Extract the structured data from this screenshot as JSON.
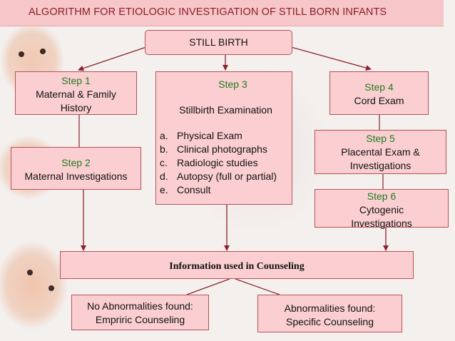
{
  "title": "ALGORITHM FOR ETIOLOGIC INVESTIGATION OF STILL BORN INFANTS",
  "root": "STILL BIRTH",
  "step1": {
    "step": "Step 1",
    "lines": [
      "Maternal & Family",
      "History"
    ]
  },
  "step2": {
    "step": "Step 2",
    "lines": [
      "Maternal Investigations"
    ]
  },
  "step3": {
    "step": "Step 3",
    "heading": "Stillbirth Examination",
    "items": [
      {
        "marker": "a.",
        "text": "Physical Exam"
      },
      {
        "marker": "b.",
        "text": "Clinical photographs"
      },
      {
        "marker": "c.",
        "text": "Radiologic studies"
      },
      {
        "marker": "d.",
        "text": "Autopsy (full or partial)"
      },
      {
        "marker": "e.",
        "text": "Consult"
      }
    ]
  },
  "step4": {
    "step": "Step 4",
    "lines": [
      "Cord Exam"
    ]
  },
  "step5": {
    "step": "Step 5",
    "lines": [
      "Placental Exam &",
      "Investigations"
    ]
  },
  "step6": {
    "step": "Step 6",
    "lines": [
      "Cytogenic",
      "Investigations"
    ]
  },
  "counseling": "Information used in Counseling",
  "no_abnormal": {
    "lines": [
      "No Abnormalities found:",
      "Empriric Counseling"
    ]
  },
  "abnormal": {
    "lines": [
      "Abnormalities found:",
      "Specific Counseling"
    ]
  },
  "colors": {
    "box_fill": "#fbcfd1",
    "box_border": "#b8505a",
    "step_text": "#1f7a1f",
    "title_text": "#8a1f2c",
    "arrow": "#8b2230"
  }
}
